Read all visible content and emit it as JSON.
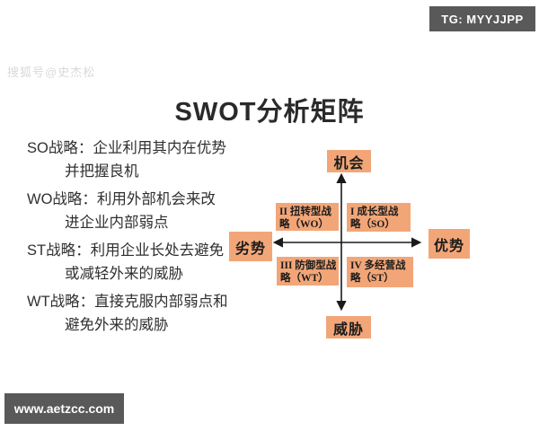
{
  "badges": {
    "tg": "TG: MYYJJPP",
    "url": "www.aetzcc.com"
  },
  "watermark": "搜狐号@史杰松",
  "title": "SWOT分析矩阵",
  "strategies": [
    {
      "line1": "SO战略：企业利用其内在优势",
      "line2": "并把握良机"
    },
    {
      "line1": "WO战略：利用外部机会来改",
      "line2": "进企业内部弱点"
    },
    {
      "line1": "ST战略：利用企业长处去避免",
      "line2": "或减轻外来的威胁"
    },
    {
      "line1": "WT战略：直接克服内部弱点和",
      "line2": "避免外来的威胁"
    }
  ],
  "matrix": {
    "axis_top": "机会",
    "axis_bottom": "威胁",
    "axis_left": "劣势",
    "axis_right": "优势",
    "quadrants": [
      {
        "id": "II",
        "line1": "II 扭转型战",
        "line2": "略（WO）"
      },
      {
        "id": "I",
        "line1": "I 成长型战",
        "line2": "略（SO）"
      },
      {
        "id": "III",
        "line1": "III 防御型战",
        "line2": "略（WT）"
      },
      {
        "id": "IV",
        "line1": "IV 多经营战",
        "line2": "略（ST）"
      }
    ]
  },
  "colors": {
    "box_orange": "#f2a678",
    "badge_gray": "#595959",
    "axis_black": "#1a1a1a"
  }
}
